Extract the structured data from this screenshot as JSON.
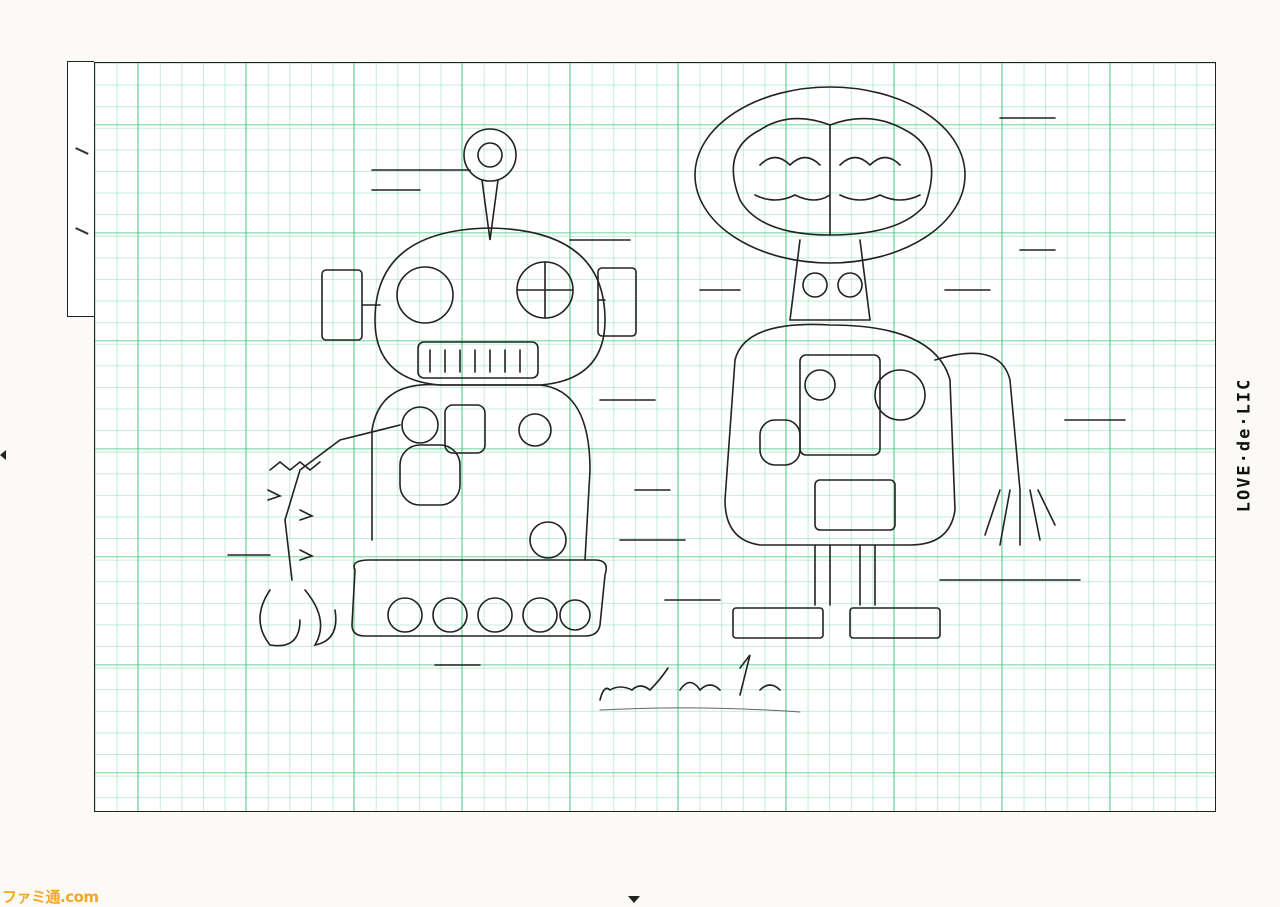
{
  "sheet": {
    "brand_label": "LOVE·de·LIC",
    "watermark": "ファミ通.com",
    "grid_color": "#5cc88a",
    "ink_color": "#222222"
  },
  "drawings": [
    {
      "name": "tracked-robot",
      "icon": "robot-sketch"
    },
    {
      "name": "brain-robot",
      "icon": "brain-robot-sketch"
    }
  ]
}
